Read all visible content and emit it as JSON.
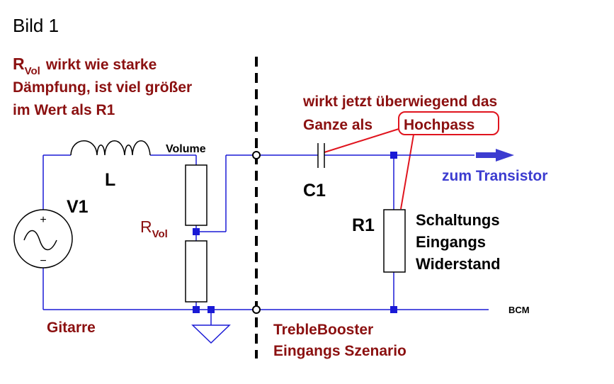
{
  "title": "Bild 1",
  "colors": {
    "wire": "#1a1ad6",
    "node": "#1a1ad6",
    "dashed_line": "#000000",
    "annotation_red": "#8b1010",
    "callout": "#e0141e",
    "output_blue": "#3c3cd0",
    "component": "#000000"
  },
  "annotations": {
    "rvol_note": {
      "r": "R",
      "sub": "Vol",
      "line1_rest": "wirkt wie starke",
      "line2": "Dämpfung, ist viel größer",
      "line3": "im Wert als R1"
    },
    "hochpass_note": {
      "line1": "wirkt jetzt überwiegend das",
      "line2_prefix": "Ganze als",
      "highlight": "Hochpass"
    },
    "output_label": "zum Transistor",
    "left_caption": "Gitarre",
    "right_caption_line1": "TrebleBooster",
    "right_caption_line2": "Eingangs Szenario"
  },
  "components": {
    "v1": "V1",
    "l": "L",
    "volume": "Volume",
    "rvol_r": "R",
    "rvol_sub": "Vol",
    "c1": "C1",
    "r1": "R1",
    "r1_desc": [
      "Schaltungs",
      "Eingangs",
      "Widerstand"
    ],
    "bcm": "BCM",
    "source_plus": "+",
    "source_minus": "−"
  }
}
